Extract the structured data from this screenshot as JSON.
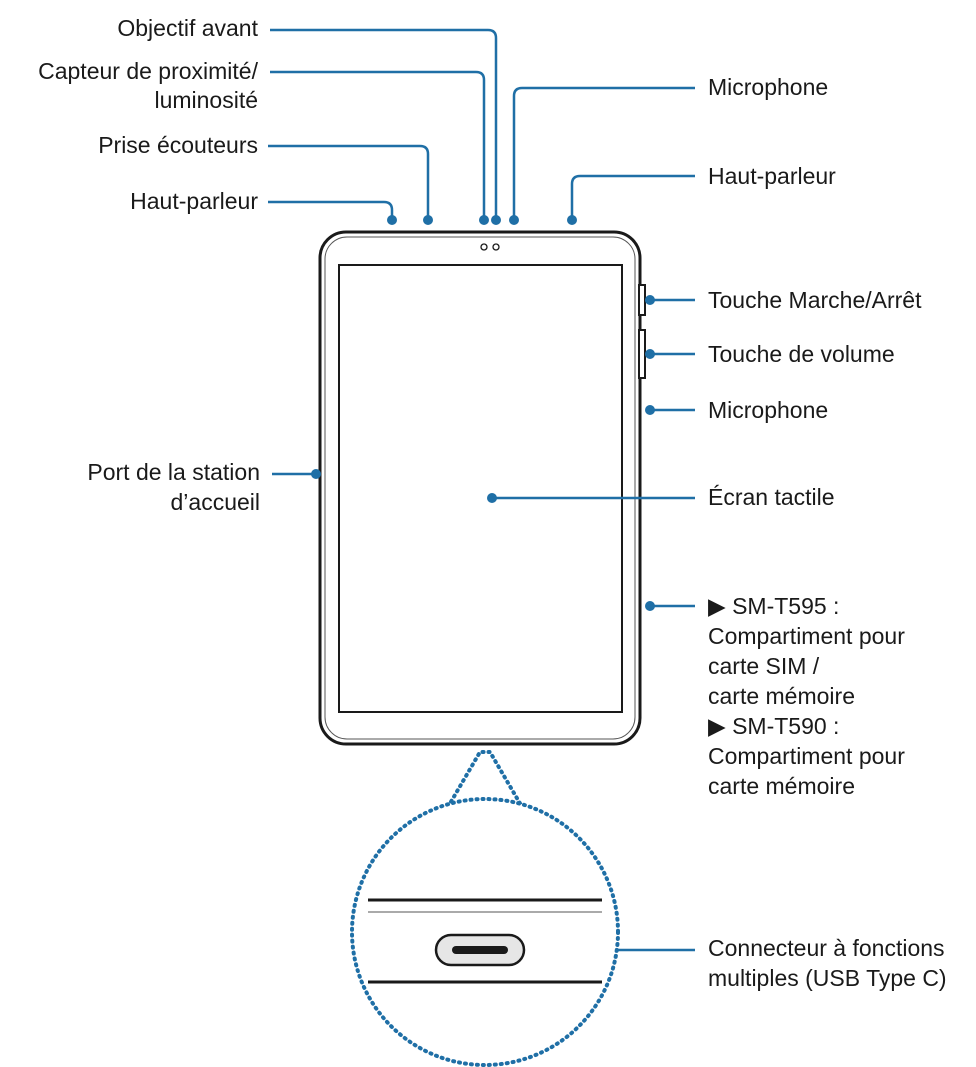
{
  "colors": {
    "callout": "#1f6fa6",
    "outline": "#1a1a1a",
    "text": "#1a1a1a"
  },
  "labels": {
    "objectif_avant": "Objectif avant",
    "capteur_line1": "Capteur de proximité/",
    "capteur_line2": "luminosité",
    "prise_ecouteurs": "Prise écouteurs",
    "haut_parleur_left": "Haut-parleur",
    "microphone_top": "Microphone",
    "haut_parleur_right": "Haut-parleur",
    "touche_marche": "Touche Marche/Arrêt",
    "touche_volume": "Touche de volume",
    "microphone_side": "Microphone",
    "port_line1": "Port de la station",
    "port_line2": "d’accueil",
    "ecran_tactile": "Écran tactile",
    "sm_t595": "▶ SM-T595 :",
    "comp_line1": "Compartiment pour",
    "comp_line2": "carte SIM /",
    "comp_line3": "carte mémoire",
    "sm_t590": "▶ SM-T590 :",
    "comp2_line1": "Compartiment pour",
    "comp2_line2": "carte mémoire",
    "connecteur_line1": "Connecteur à fonctions",
    "connecteur_line2": "multiples (USB Type C)"
  }
}
